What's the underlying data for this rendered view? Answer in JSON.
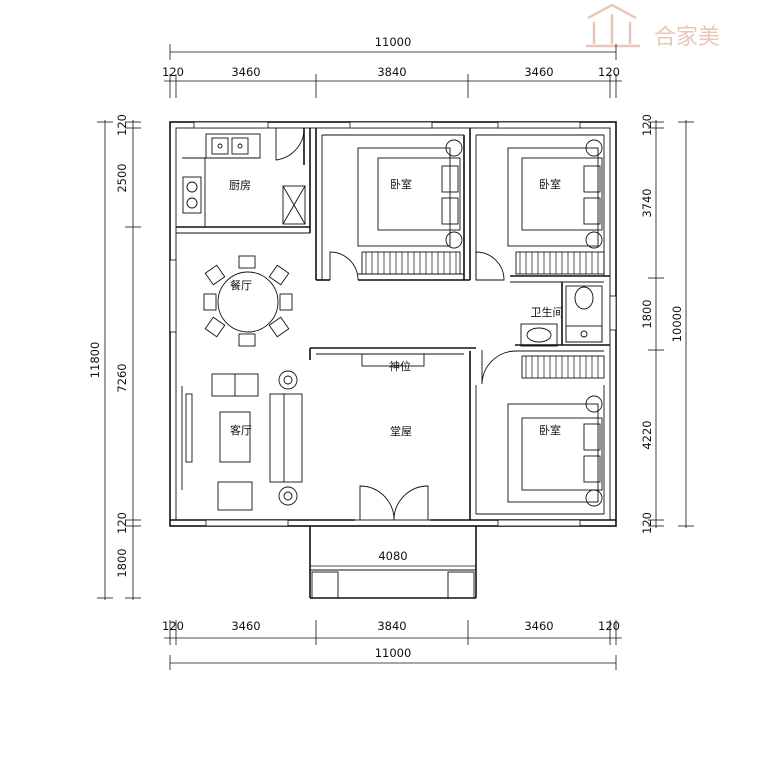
{
  "logo": {
    "text": "合家美",
    "color": "#e9c7b8"
  },
  "dimensions": {
    "top_total": "11000",
    "top_segments": [
      "120",
      "3460",
      "3840",
      "3460",
      "120"
    ],
    "bottom_total": "11000",
    "bottom_segments": [
      "120",
      "3460",
      "3840",
      "3460",
      "120"
    ],
    "left_total": "11800",
    "left_segments": [
      "120",
      "2500",
      "7260",
      "120",
      "1800"
    ],
    "right_total": "10000",
    "right_segments": [
      "120",
      "3740",
      "1800",
      "4220",
      "120"
    ],
    "porch": "4080"
  },
  "rooms": {
    "kitchen": "厨房",
    "dining": "餐厅",
    "bedroom_1": "卧室",
    "bedroom_2": "卧室",
    "bathroom": "卫生间",
    "shrine": "神位",
    "living": "客厅",
    "hall": "堂屋",
    "bedroom_3": "卧室"
  }
}
